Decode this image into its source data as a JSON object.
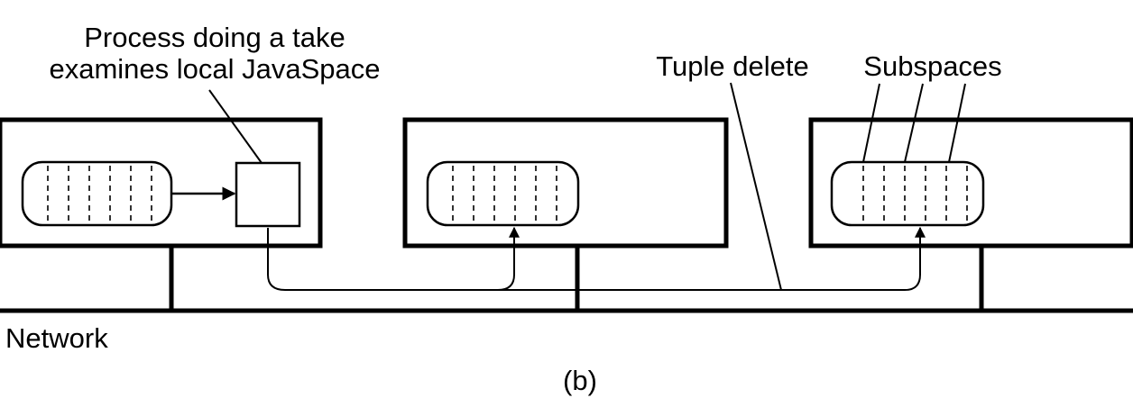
{
  "labels": {
    "process_line1": "Process doing a take",
    "process_line2": "examines local JavaSpace",
    "tuple_delete": "Tuple delete",
    "subspaces": "Subspaces",
    "network": "Network",
    "caption": "(b)"
  }
}
